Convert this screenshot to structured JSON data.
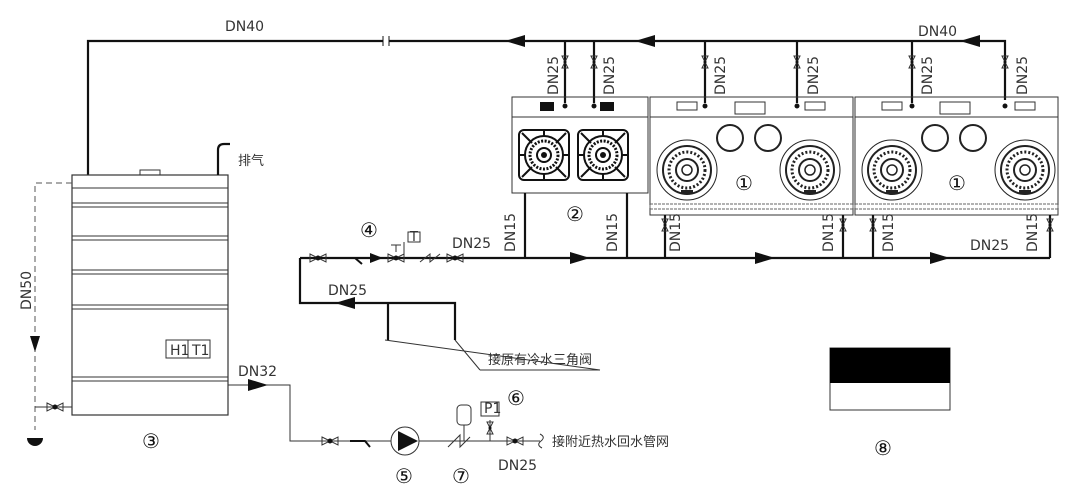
{
  "labels": {
    "top_left_dn40": "DN40",
    "top_right_dn40": "DN40",
    "top_branches": [
      "DN25",
      "DN25",
      "DN25",
      "DN25",
      "DN25",
      "DN25"
    ],
    "vent": "排气",
    "dn50": "DN50",
    "h1": "H1",
    "t1": "T1",
    "dn32": "DN32",
    "inlet_dn25": "DN25",
    "loop_dn25": "DN25",
    "main_right_dn25": "DN25",
    "bottom_dn25": "DN25",
    "dn15_list": [
      "DN15",
      "DN15",
      "DN15",
      "DN15",
      "DN15",
      "DN15"
    ],
    "cold_valve_note": "接原有冷水三角阀",
    "hot_return_note": "接附近热水回水管网",
    "t_sensor": "T",
    "p1": "P1"
  },
  "callouts": {
    "n1a": "①",
    "n1b": "①",
    "n2": "②",
    "n3": "③",
    "n4": "④",
    "n5": "⑤",
    "n6": "⑥",
    "n7": "⑦",
    "n8": "⑧"
  },
  "colors": {
    "line": "#111111",
    "box_fill": "#000000"
  }
}
